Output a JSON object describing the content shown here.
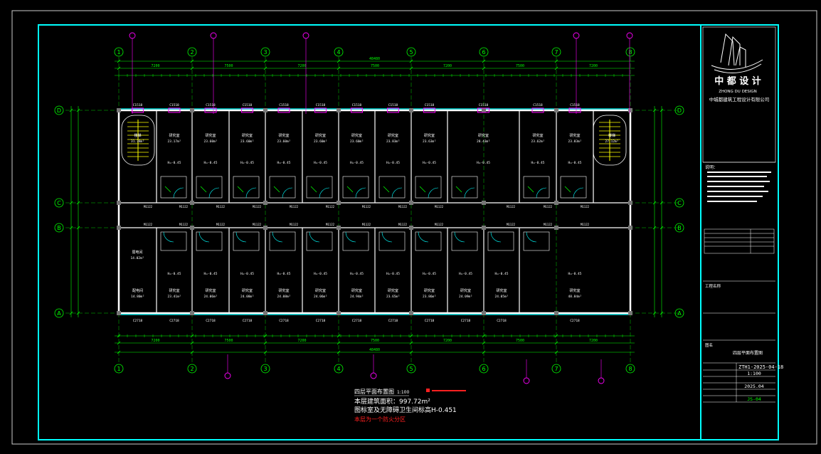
{
  "colors": {
    "background": "#000000",
    "frame": "#00ffff",
    "dimension": "#00ff00",
    "wall": "#ffffff",
    "axis_bubble": "#00ff00",
    "annotation": "#ff00ff",
    "hatch": "#ffff00",
    "room_text": "#ffffff",
    "red_note": "#ff2020"
  },
  "axes": {
    "vertical": [
      "1",
      "2",
      "3",
      "4",
      "5",
      "6",
      "7",
      "8"
    ],
    "horizontal": [
      "D",
      "C",
      "B",
      "A"
    ]
  },
  "dimensions": {
    "top_overall": "48480",
    "bottom_overall": "48480",
    "bay_labels": [
      "7200",
      "7500",
      "7200",
      "7500",
      "7200",
      "7500",
      "7200"
    ]
  },
  "rooms": {
    "north": [
      {
        "name": "楼梯",
        "area": "31.38m²"
      },
      {
        "name": "研究室",
        "area": "23.17m²"
      },
      {
        "name": "研究室",
        "area": "23.60m²"
      },
      {
        "name": "研究室",
        "area": "23.60m²"
      },
      {
        "name": "研究室",
        "area": "23.60m²"
      },
      {
        "name": "研究室",
        "area": "23.60m²"
      },
      {
        "name": "研究室",
        "area": "23.60m²"
      },
      {
        "name": "研究室",
        "area": "23.83m²"
      },
      {
        "name": "研究室",
        "area": "23.63m²"
      },
      {
        "name": "研究室",
        "area": "28.43m²"
      },
      {
        "name": "研究室",
        "area": "23.62m²"
      },
      {
        "name": "研究室",
        "area": "23.83m²"
      },
      {
        "name": "楼梯",
        "area": "27.12m²"
      }
    ],
    "south": [
      {
        "name": "配电间",
        "area": "14.80m²"
      },
      {
        "name": "研究室",
        "area": "23.41m²"
      },
      {
        "name": "研究室",
        "area": "24.06m²"
      },
      {
        "name": "研究室",
        "area": "24.08m²"
      },
      {
        "name": "研究室",
        "area": "24.08m²"
      },
      {
        "name": "研究室",
        "area": "24.06m²"
      },
      {
        "name": "研究室",
        "area": "24.94m²"
      },
      {
        "name": "研究室",
        "area": "23.65m²"
      },
      {
        "name": "研究室",
        "area": "23.86m²"
      },
      {
        "name": "研究室",
        "area": "24.09m²"
      },
      {
        "name": "研究室",
        "area": "24.05m²"
      },
      {
        "name": "研究室",
        "area": "48.84m²"
      }
    ],
    "extra": {
      "name": "弱电间",
      "area": "14.02m²"
    },
    "level_label": "H=-0.45"
  },
  "window_tags": [
    "C1518",
    "C1518",
    "C1518",
    "C1518",
    "C1518",
    "C1518",
    "C1518",
    "C1518",
    "C1518",
    "C1518",
    "C1518",
    "C1518"
  ],
  "door_tag": "M1122",
  "south_window_tag": "C2718",
  "caption": {
    "title": "四层平面布置图",
    "scale": "1:100",
    "line2": "本层建筑面积：997.72m²",
    "line3": "图标室及无障碍卫生间标高H-0.451",
    "line4": "本层为一个防火分区"
  },
  "title_block": {
    "company_cn": "中 都 设 计",
    "company_en": "ZHONG  DU  DESIGN",
    "company_full": "中城都建筑工程设计有限公司",
    "notes_heading": "说明：",
    "drawing_no": "ZTH1-2025-04-18",
    "scale": "1:100",
    "date": "2025.04",
    "sheet": "JS-04",
    "project_label": "工程名称",
    "drawing_label": "图名",
    "drawing_name": "四层平面布置图"
  }
}
